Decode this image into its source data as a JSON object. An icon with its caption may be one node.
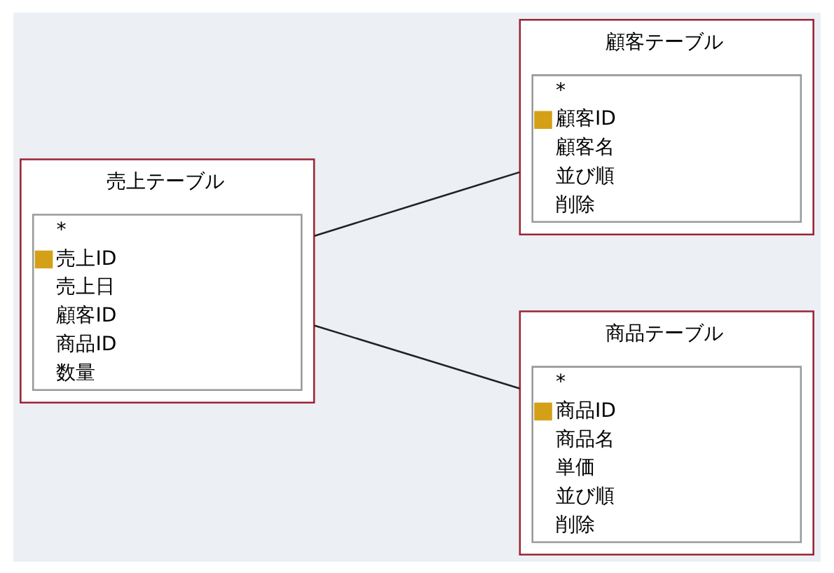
{
  "diagram": {
    "nodes": [
      {
        "text": [
          "売上テーブル",
          "*",
          "売上ID",
          "売上日",
          "顧客ID",
          "商品ID",
          "数量"
        ]
      },
      {
        "text": [
          "顧客テーブル",
          "*",
          "顧客ID",
          "顧客名",
          "並び順",
          "削除"
        ]
      },
      {
        "text": [
          "商品テーブル",
          "*",
          "商品ID",
          "商品名",
          "単価",
          "並び順",
          "削除"
        ]
      }
    ],
    "edges": [
      {
        "from": 0,
        "to": 1,
        "arrow": "none"
      },
      {
        "from": 0,
        "to": 2,
        "arrow": "none"
      }
    ]
  }
}
